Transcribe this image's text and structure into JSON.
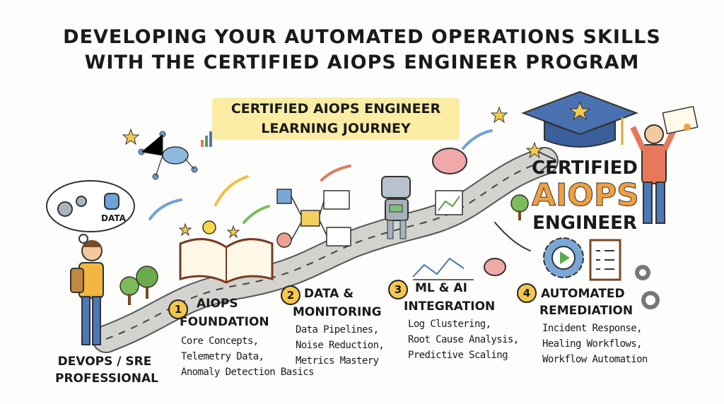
{
  "title": {
    "line1": "DEVELOPING YOUR AUTOMATED OPERATIONS SKILLS",
    "line2": "WITH THE CERTIFIED AIOPS ENGINEER PROGRAM"
  },
  "banner": {
    "line1": "CERTIFIED AIOPS ENGINEER",
    "line2": "LEARNING JOURNEY"
  },
  "start": {
    "thought_label": "DATA",
    "line1": "DEVOPS / SRE",
    "line2": "PROFESSIONAL"
  },
  "steps": [
    {
      "number": "1",
      "title1": "AIOPS",
      "title2": "FOUNDATION",
      "details": [
        "Core Concepts,",
        "Telemetry Data,",
        "Anomaly Detection Basics"
      ]
    },
    {
      "number": "2",
      "title1": "DATA &",
      "title2": "MONITORING",
      "details": [
        "Data Pipelines,",
        "Noise Reduction,",
        "Metrics Mastery"
      ]
    },
    {
      "number": "3",
      "title1": "ML & AI",
      "title2": "INTEGRATION",
      "details": [
        "Log Clustering,",
        "Root Cause Analysis,",
        "Predictive Scaling"
      ]
    },
    {
      "number": "4",
      "title1": "AUTOMATED",
      "title2": "REMEDIATION",
      "details": [
        "Incident Response,",
        "Healing Workflows,",
        "Workflow Automation"
      ]
    }
  ],
  "goal": {
    "line1": "CERTIFIED",
    "line2": "AIOPS",
    "line3": "ENGINEER"
  },
  "colors": {
    "road": "#c9c9c6",
    "accent": "#f0a040",
    "highlight": "#fbeea4",
    "badge": "#f5c84b"
  }
}
